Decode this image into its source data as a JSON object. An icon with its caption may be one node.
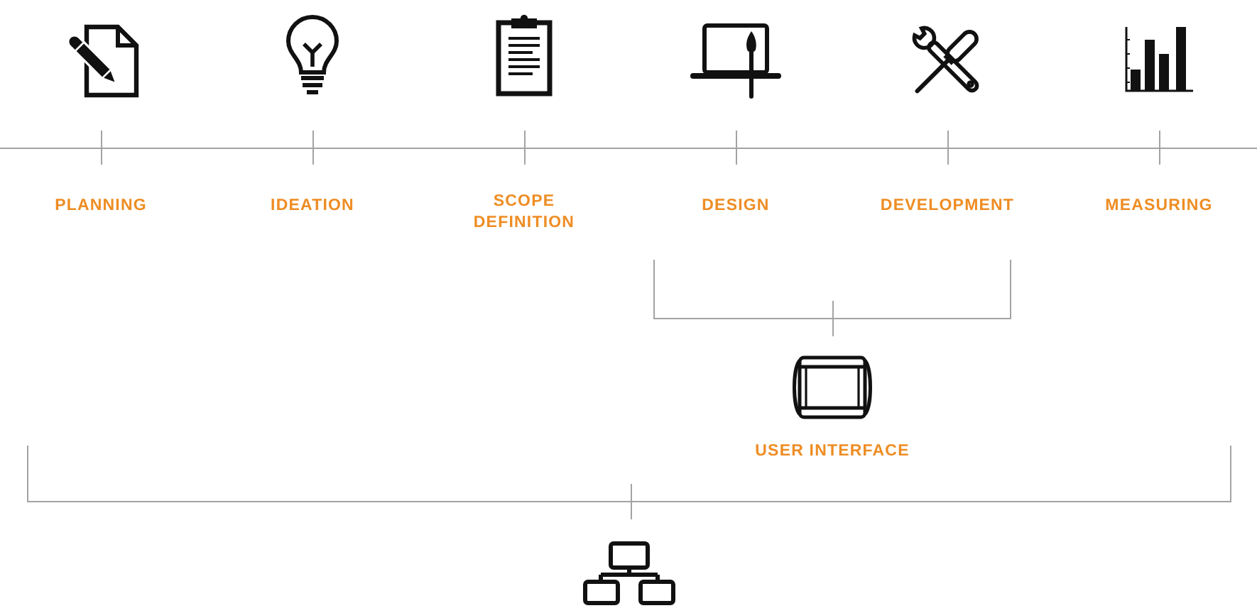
{
  "diagram": {
    "nodes": [
      {
        "text": [],
        "shape": "picture"
      },
      {
        "text": [],
        "shape": "picture"
      },
      {
        "text": [],
        "shape": "picture"
      },
      {
        "text": [],
        "shape": "picture"
      },
      {
        "text": [],
        "shape": "picture"
      },
      {
        "text": [],
        "shape": "picture"
      },
      {
        "text": [],
        "shape": "picture",
        "beside": [
          "USER INTERFACE"
        ]
      },
      {
        "text": [],
        "shape": "picture"
      }
    ],
    "labels": [
      "PLANNING",
      "IDEATION",
      "SCOPE DEFINITION",
      "DESIGN",
      "DEVELOPMENT",
      "MEASURING"
    ]
  }
}
